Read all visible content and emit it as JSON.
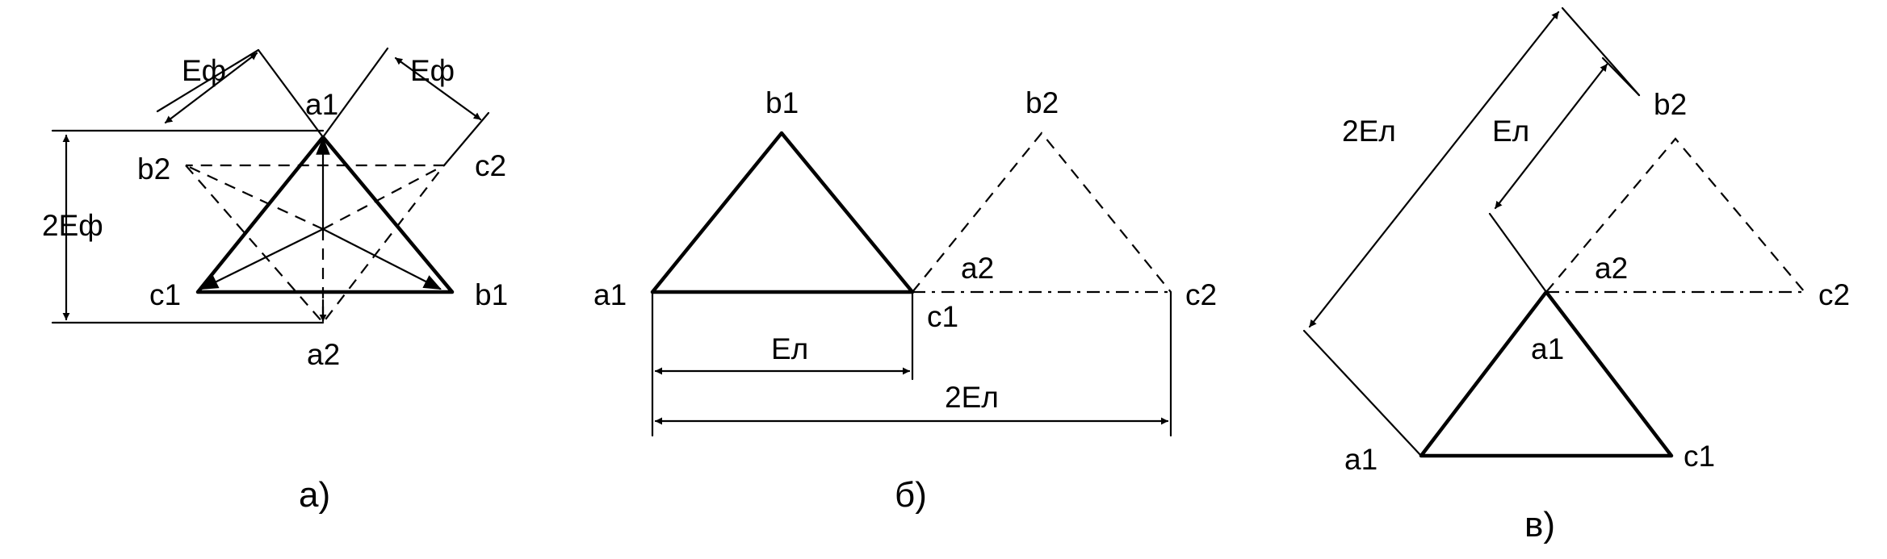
{
  "diagrams": [
    {
      "id": "a",
      "caption": "а)",
      "labels": {
        "a1": "a1",
        "b1": "b1",
        "c1": "c1",
        "a2": "a2",
        "b2": "b2",
        "c2": "c2"
      },
      "dimensions": {
        "phase_left": "Eф",
        "phase_right": "Eф",
        "double_phase": "2Eф"
      }
    },
    {
      "id": "b",
      "caption": "б)",
      "labels": {
        "a1": "a1",
        "b1": "b1",
        "c1": "c1",
        "a2": "a2",
        "b2": "b2",
        "c2": "c2"
      },
      "dimensions": {
        "line": "Eл",
        "double_line": "2Eл"
      }
    },
    {
      "id": "c",
      "caption": "в)",
      "labels": {
        "a1_outer": "a1",
        "a1_inner": "a1",
        "c1": "c1",
        "a2": "a2",
        "b2": "b2",
        "c2": "c2"
      },
      "dimensions": {
        "double_line": "2Eл",
        "line": "Eл"
      }
    }
  ]
}
